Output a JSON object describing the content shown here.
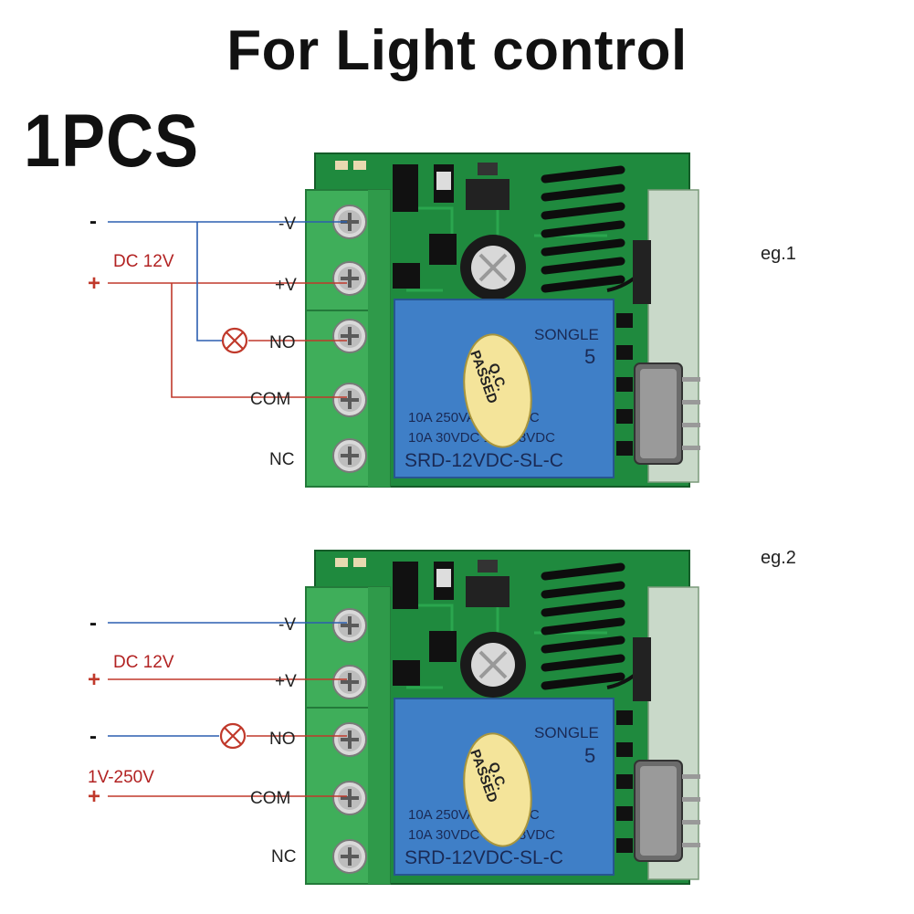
{
  "heading": "For Light control",
  "quantity": "1PCS",
  "colors": {
    "pcb": "#1f8a3e",
    "terminal": "#3fae5a",
    "relay": "#3f7fc7",
    "qc_sticker": "#f4e49a",
    "negative_wire": "#2b5fb0",
    "positive_wire": "#c0392b"
  },
  "examples": [
    {
      "label": "eg.1",
      "terminals": [
        "-V",
        "+V",
        "NO",
        "COM",
        "NC"
      ],
      "supply_label": "DC 12V",
      "neg_sign": "-",
      "pos_sign": "+",
      "lamp_icon": "lamp-icon",
      "relay": {
        "brand": "SONGLE",
        "sticker_line1": "Q.C.",
        "sticker_line2": "PASSED",
        "pin_number": "5",
        "rating1": "10A 250VAC 125VAC",
        "rating2": "10A 30VDC 10A 28VDC",
        "model": "SRD-12VDC-SL-C"
      }
    },
    {
      "label": "eg.2",
      "terminals": [
        "-V",
        "+V",
        "NO",
        "COM",
        "NC"
      ],
      "supply_label": "DC 12V",
      "load_supply_label": "1V-250V",
      "neg_sign": "-",
      "pos_sign": "+",
      "lamp_icon": "lamp-icon",
      "relay": {
        "brand": "SONGLE",
        "sticker_line1": "Q.C.",
        "sticker_line2": "PASSED",
        "pin_number": "5",
        "rating1": "10A 250VAC 125VAC",
        "rating2": "10A 30VDC 10A 28VDC",
        "model": "SRD-12VDC-SL-C"
      }
    }
  ]
}
